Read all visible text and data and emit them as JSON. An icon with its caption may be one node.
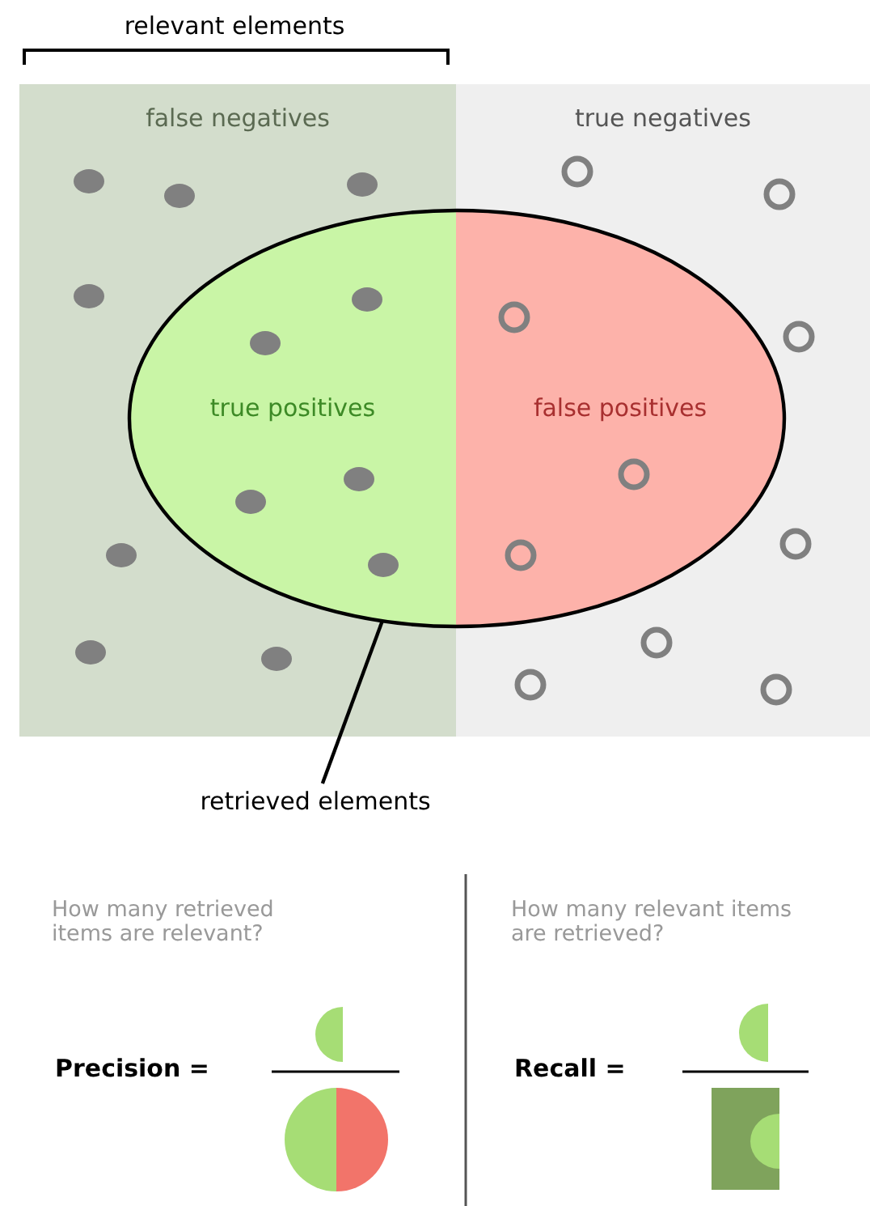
{
  "diagram": {
    "nodes": [
      {
        "text": [
          "false negatives"
        ]
      },
      {
        "text": [
          "true negatives"
        ]
      },
      {
        "text": [],
        "shape": "circle"
      },
      {
        "text": [
          "true positives"
        ]
      },
      {
        "text": [
          "false positives"
        ]
      },
      {
        "text": [
          "retrieved elements"
        ]
      }
    ],
    "edges": [
      {
        "from": 5,
        "to": 2,
        "arrow": "none"
      }
    ],
    "labels": [
      "relevant elements",
      "How many retrieved items are relevant?",
      "Precision =",
      "How many relevant items are retrieved?",
      "Recall ="
    ]
  }
}
